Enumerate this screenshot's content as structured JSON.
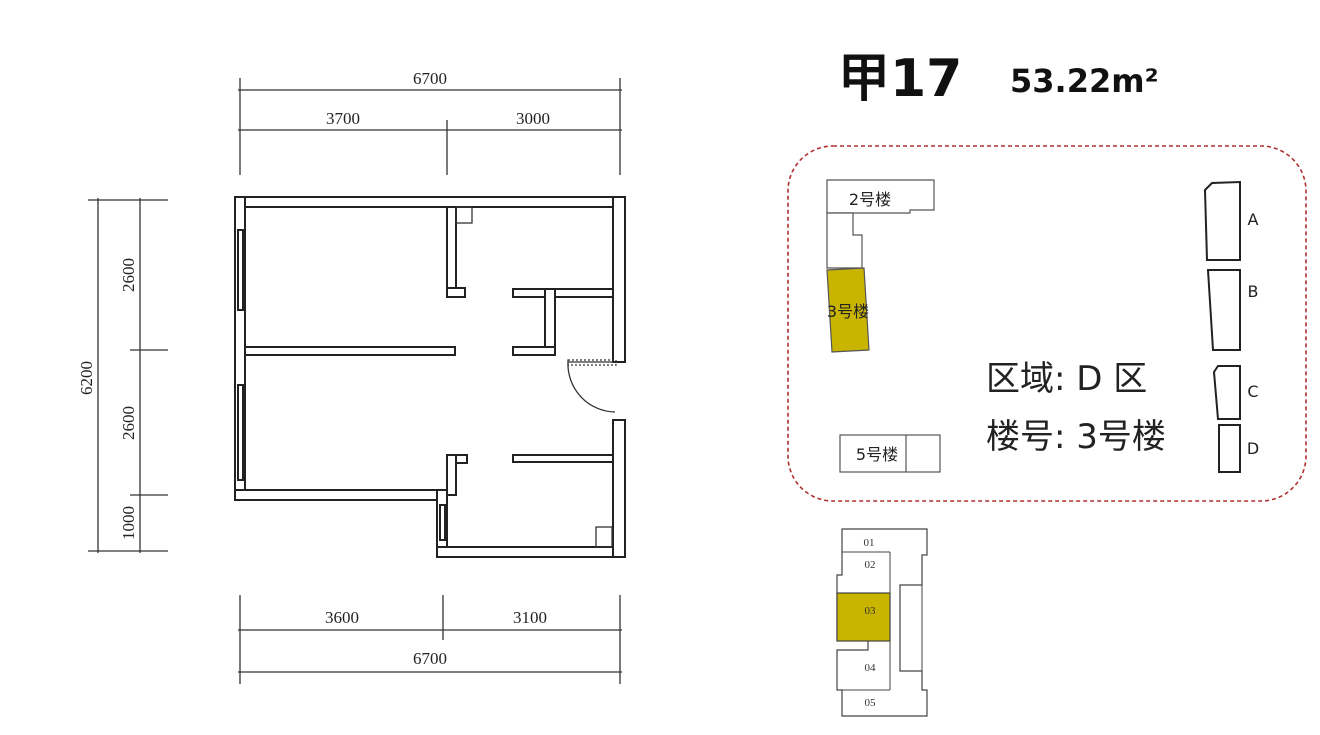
{
  "title": {
    "unit_code": "甲17",
    "area": "53.22m²"
  },
  "dimensions": {
    "top_total": "6700",
    "top_left": "3700",
    "top_right": "3000",
    "left_total": "6200",
    "left_upper": "2600",
    "left_middle": "2600",
    "left_lower": "1000",
    "bottom_left": "3600",
    "bottom_right": "3100",
    "bottom_total": "6700"
  },
  "site_plan": {
    "buildings": [
      "2号楼",
      "3号楼",
      "5号楼"
    ],
    "zone_line": "区域:  D 区",
    "building_line": "楼号:  3号楼",
    "type_labels": [
      "A",
      "B",
      "C",
      "D"
    ],
    "highlight_color": "#c9b400",
    "border_color": "#b03030"
  },
  "floor_key": {
    "units": [
      "01",
      "02",
      "03",
      "04",
      "05"
    ],
    "highlighted": "03"
  }
}
